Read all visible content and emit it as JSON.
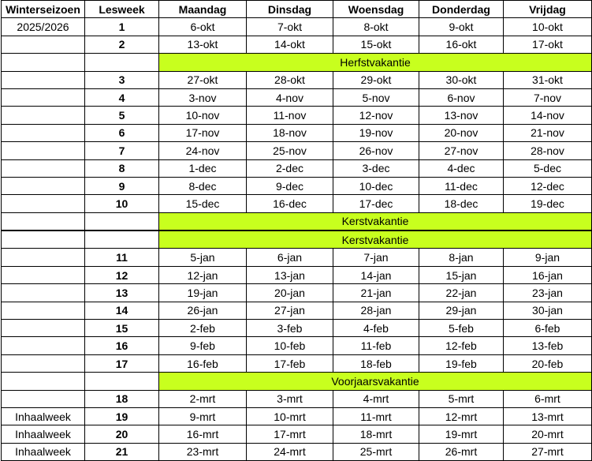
{
  "accent_color": "#c8ff1e",
  "headers": [
    "Winterseizoen",
    "Lesweek",
    "Maandag",
    "Dinsdag",
    "Woensdag",
    "Donderdag",
    "Vrijdag"
  ],
  "rows": [
    {
      "type": "week",
      "season": "2025/2026",
      "week": "1",
      "days": [
        "6-okt",
        "7-okt",
        "8-okt",
        "9-okt",
        "10-okt"
      ]
    },
    {
      "type": "week",
      "season": "",
      "week": "2",
      "days": [
        "13-okt",
        "14-okt",
        "15-okt",
        "16-okt",
        "17-okt"
      ]
    },
    {
      "type": "vacation",
      "label": "Herfstvakantie"
    },
    {
      "type": "week",
      "season": "",
      "week": "3",
      "days": [
        "27-okt",
        "28-okt",
        "29-okt",
        "30-okt",
        "31-okt"
      ]
    },
    {
      "type": "week",
      "season": "",
      "week": "4",
      "days": [
        "3-nov",
        "4-nov",
        "5-nov",
        "6-nov",
        "7-nov"
      ]
    },
    {
      "type": "week",
      "season": "",
      "week": "5",
      "days": [
        "10-nov",
        "11-nov",
        "12-nov",
        "13-nov",
        "14-nov"
      ]
    },
    {
      "type": "week",
      "season": "",
      "week": "6",
      "days": [
        "17-nov",
        "18-nov",
        "19-nov",
        "20-nov",
        "21-nov"
      ]
    },
    {
      "type": "week",
      "season": "",
      "week": "7",
      "days": [
        "24-nov",
        "25-nov",
        "26-nov",
        "27-nov",
        "28-nov"
      ]
    },
    {
      "type": "week",
      "season": "",
      "week": "8",
      "days": [
        "1-dec",
        "2-dec",
        "3-dec",
        "4-dec",
        "5-dec"
      ]
    },
    {
      "type": "week",
      "season": "",
      "week": "9",
      "days": [
        "8-dec",
        "9-dec",
        "10-dec",
        "11-dec",
        "12-dec"
      ]
    },
    {
      "type": "week",
      "season": "",
      "week": "10",
      "days": [
        "15-dec",
        "16-dec",
        "17-dec",
        "18-dec",
        "19-dec"
      ]
    },
    {
      "type": "vacation",
      "label": "Kerstvakantie",
      "thick": true
    },
    {
      "type": "vacation",
      "label": "Kerstvakantie"
    },
    {
      "type": "week",
      "season": "",
      "week": "11",
      "days": [
        "5-jan",
        "6-jan",
        "7-jan",
        "8-jan",
        "9-jan"
      ]
    },
    {
      "type": "week",
      "season": "",
      "week": "12",
      "days": [
        "12-jan",
        "13-jan",
        "14-jan",
        "15-jan",
        "16-jan"
      ]
    },
    {
      "type": "week",
      "season": "",
      "week": "13",
      "days": [
        "19-jan",
        "20-jan",
        "21-jan",
        "22-jan",
        "23-jan"
      ]
    },
    {
      "type": "week",
      "season": "",
      "week": "14",
      "days": [
        "26-jan",
        "27-jan",
        "28-jan",
        "29-jan",
        "30-jan"
      ]
    },
    {
      "type": "week",
      "season": "",
      "week": "15",
      "days": [
        "2-feb",
        "3-feb",
        "4-feb",
        "5-feb",
        "6-feb"
      ]
    },
    {
      "type": "week",
      "season": "",
      "week": "16",
      "days": [
        "9-feb",
        "10-feb",
        "11-feb",
        "12-feb",
        "13-feb"
      ]
    },
    {
      "type": "week",
      "season": "",
      "week": "17",
      "days": [
        "16-feb",
        "17-feb",
        "18-feb",
        "19-feb",
        "20-feb"
      ]
    },
    {
      "type": "vacation",
      "label": "Voorjaarsvakantie"
    },
    {
      "type": "week",
      "season": "",
      "week": "18",
      "days": [
        "2-mrt",
        "3-mrt",
        "4-mrt",
        "5-mrt",
        "6-mrt"
      ]
    },
    {
      "type": "week",
      "season": "Inhaalweek",
      "week": "19",
      "days": [
        "9-mrt",
        "10-mrt",
        "11-mrt",
        "12-mrt",
        "13-mrt"
      ]
    },
    {
      "type": "week",
      "season": "Inhaalweek",
      "week": "20",
      "days": [
        "16-mrt",
        "17-mrt",
        "18-mrt",
        "19-mrt",
        "20-mrt"
      ]
    },
    {
      "type": "week",
      "season": "Inhaalweek",
      "week": "21",
      "days": [
        "23-mrt",
        "24-mrt",
        "25-mrt",
        "26-mrt",
        "27-mrt"
      ]
    }
  ]
}
